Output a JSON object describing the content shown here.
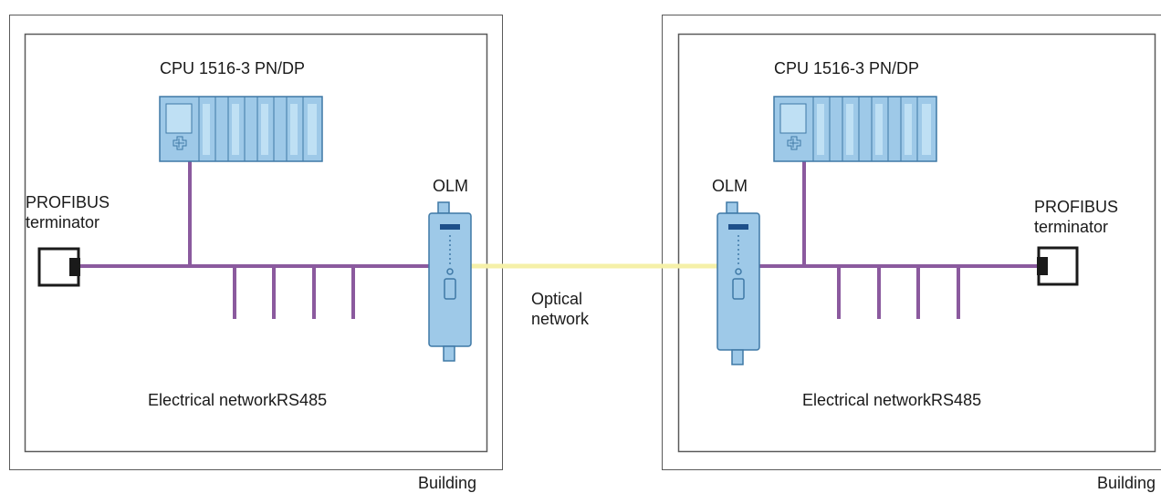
{
  "diagram": {
    "colors": {
      "frame": "#5a5a5a",
      "bus": "#8b5a9e",
      "fiber": "#f5f0a8",
      "device_fill": "#9ec9e8",
      "device_stroke": "#3f79a6",
      "terminator": "#1a1a1a"
    },
    "optical_link_label": "Optical\nnetwork",
    "left_building": {
      "building_label": "Building",
      "cpu_label": "CPU 1516-3 PN/DP",
      "olm_label": "OLM",
      "terminator_label": "PROFIBUS\nterminator",
      "network_label": "Electrical network",
      "protocol_label": "RS485"
    },
    "right_building": {
      "building_label": "Building",
      "cpu_label": "CPU 1516-3 PN/DP",
      "olm_label": "OLM",
      "terminator_label": "PROFIBUS\nterminator",
      "network_label": "Electrical network",
      "protocol_label": "RS485"
    }
  }
}
